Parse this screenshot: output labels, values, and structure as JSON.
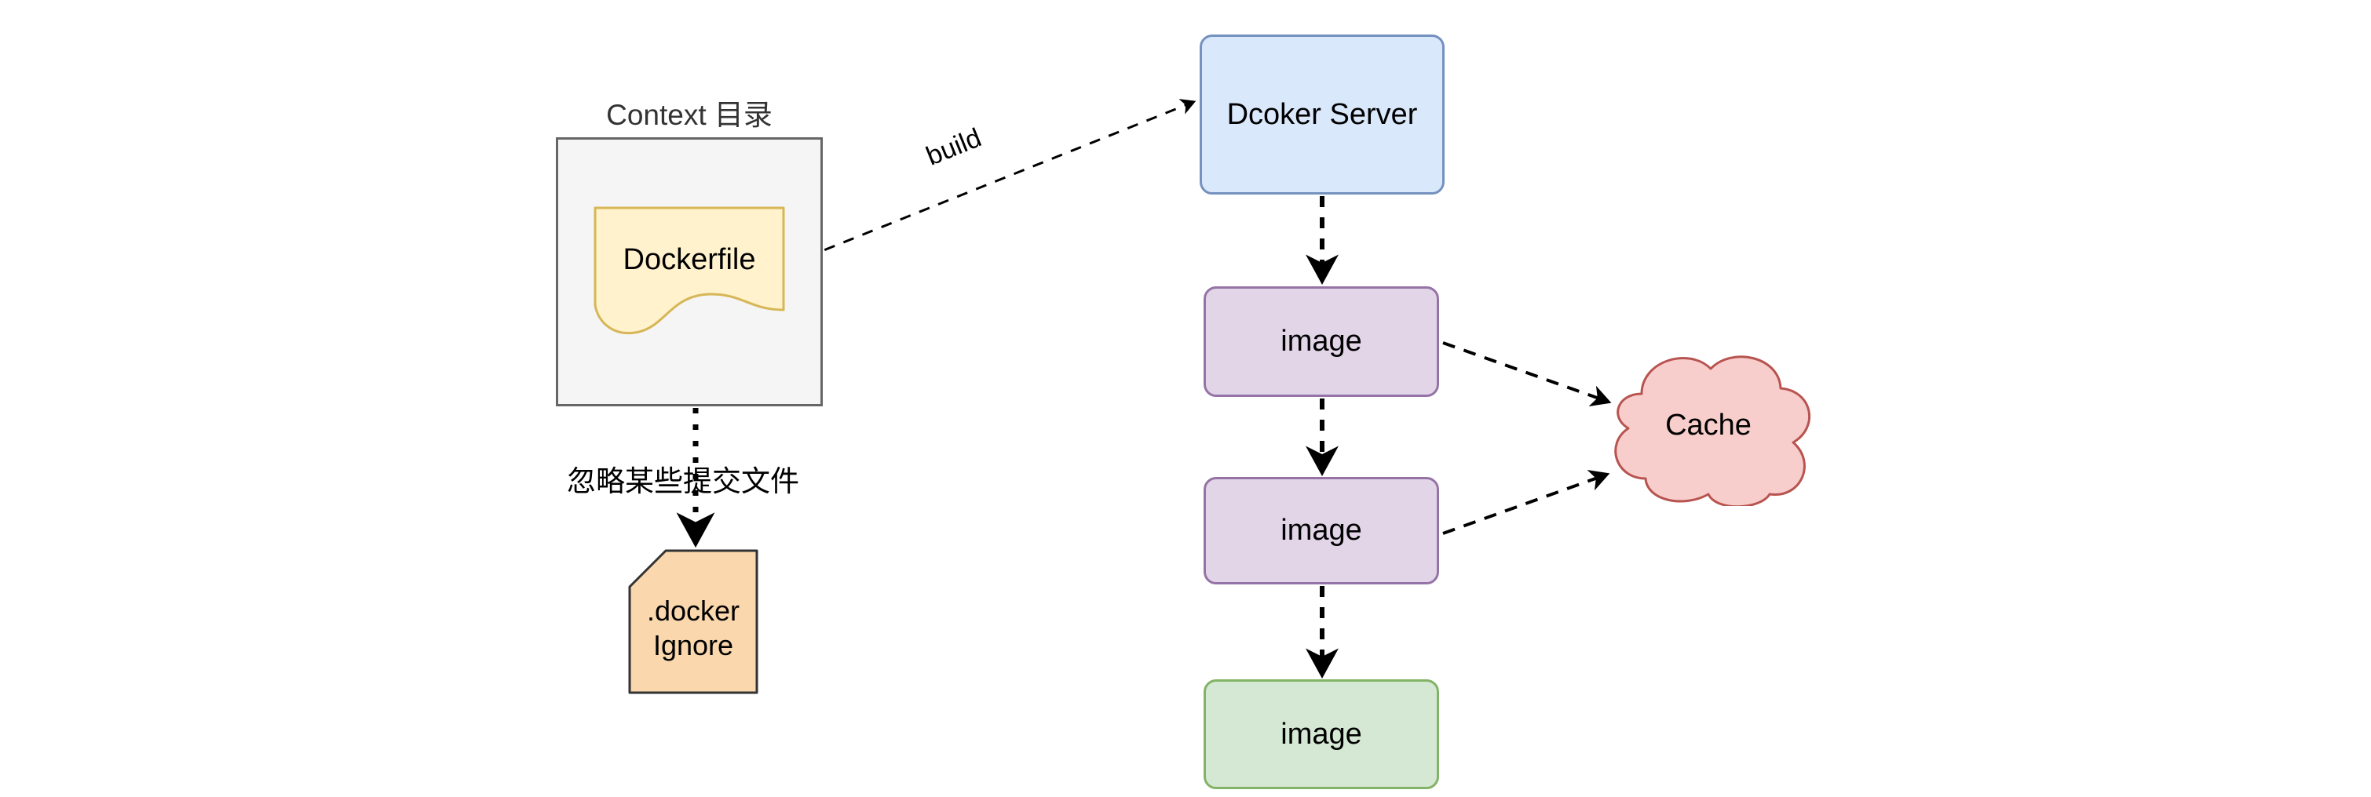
{
  "diagram": {
    "title": "Docker build flow diagram",
    "background": "#ffffff"
  },
  "nodes": {
    "context_title": "Context 目录",
    "context_box_label": "",
    "dockerfile": "Dockerfile",
    "dockerignore_line1": ".docker",
    "dockerignore_line2": "Ignore",
    "docker_server": "Dcoker Server",
    "image_1": "image",
    "image_2": "image",
    "image_3": "image",
    "cache": "Cache"
  },
  "edges": {
    "build_label": "build",
    "ignore_label": "忽略某些提交文件"
  },
  "colors": {
    "context_fill": "#f5f5f5",
    "context_stroke": "#666666",
    "dockerfile_fill": "#fff2cc",
    "dockerfile_stroke": "#d6b656",
    "dockerignore_fill": "#fad7ac",
    "dockerignore_stroke": "#333333",
    "server_fill": "#dae8fc",
    "server_stroke": "#7491bf",
    "image_fill": "#e1d5e7",
    "image_stroke": "#9673a6",
    "image_green_fill": "#d5e8d4",
    "image_green_stroke": "#82b366",
    "cache_fill": "#f8cecc",
    "cache_stroke": "#b85450",
    "edge_stroke": "#000000",
    "text": "#000000"
  }
}
